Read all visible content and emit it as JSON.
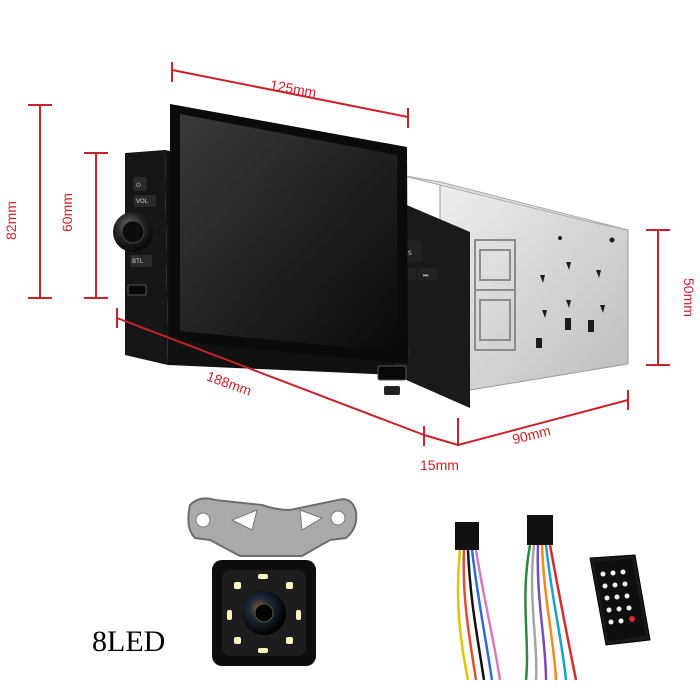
{
  "dimensions": {
    "width_top": "125mm",
    "height_outer": "82mm",
    "height_face": "60mm",
    "height_chassis": "50mm",
    "length_total": "188mm",
    "depth_chassis": "90mm",
    "depth_face": "15mm"
  },
  "camera": {
    "led_label": "8LED"
  },
  "colors": {
    "dimension_lines": "#c8232c",
    "unit_body": "#151515",
    "chassis_metal": "#d9d9d9"
  },
  "icons": [
    "car-stereo-unit",
    "rear-view-camera",
    "wiring-harness",
    "remote-control"
  ]
}
